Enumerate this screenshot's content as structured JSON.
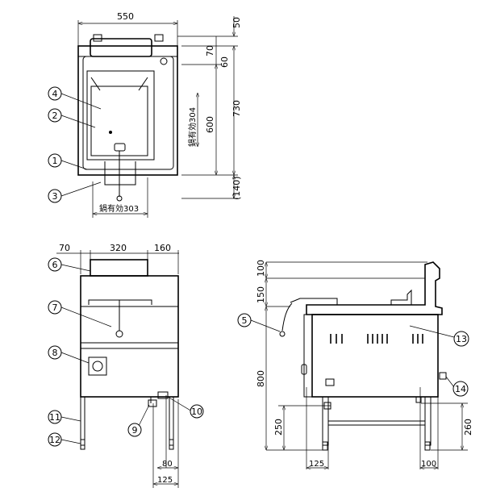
{
  "title": "Fryer dimensional drawing",
  "top_view": {
    "dims": {
      "width": "550",
      "top_50": "50",
      "d_70": "70",
      "d_60": "60",
      "d_600": "600",
      "d_730": "730",
      "d_140": "(140)",
      "pot_depth": "鍋有効304",
      "pot_width": "鍋有効303"
    },
    "callouts": [
      "4",
      "2",
      "1",
      "3"
    ]
  },
  "front_view": {
    "dims": {
      "left": "70",
      "center": "320",
      "right": "160",
      "d_80": "80",
      "d_125": "125"
    },
    "callouts": [
      "6",
      "7",
      "8",
      "11",
      "12",
      "9",
      "10"
    ]
  },
  "side_view": {
    "dims": {
      "d_100": "100",
      "d_150": "150",
      "d_800": "800",
      "d_250": "250",
      "d_260": "260",
      "d_125": "125",
      "d_100b": "100"
    },
    "callouts": [
      "5",
      "13",
      "14"
    ]
  }
}
